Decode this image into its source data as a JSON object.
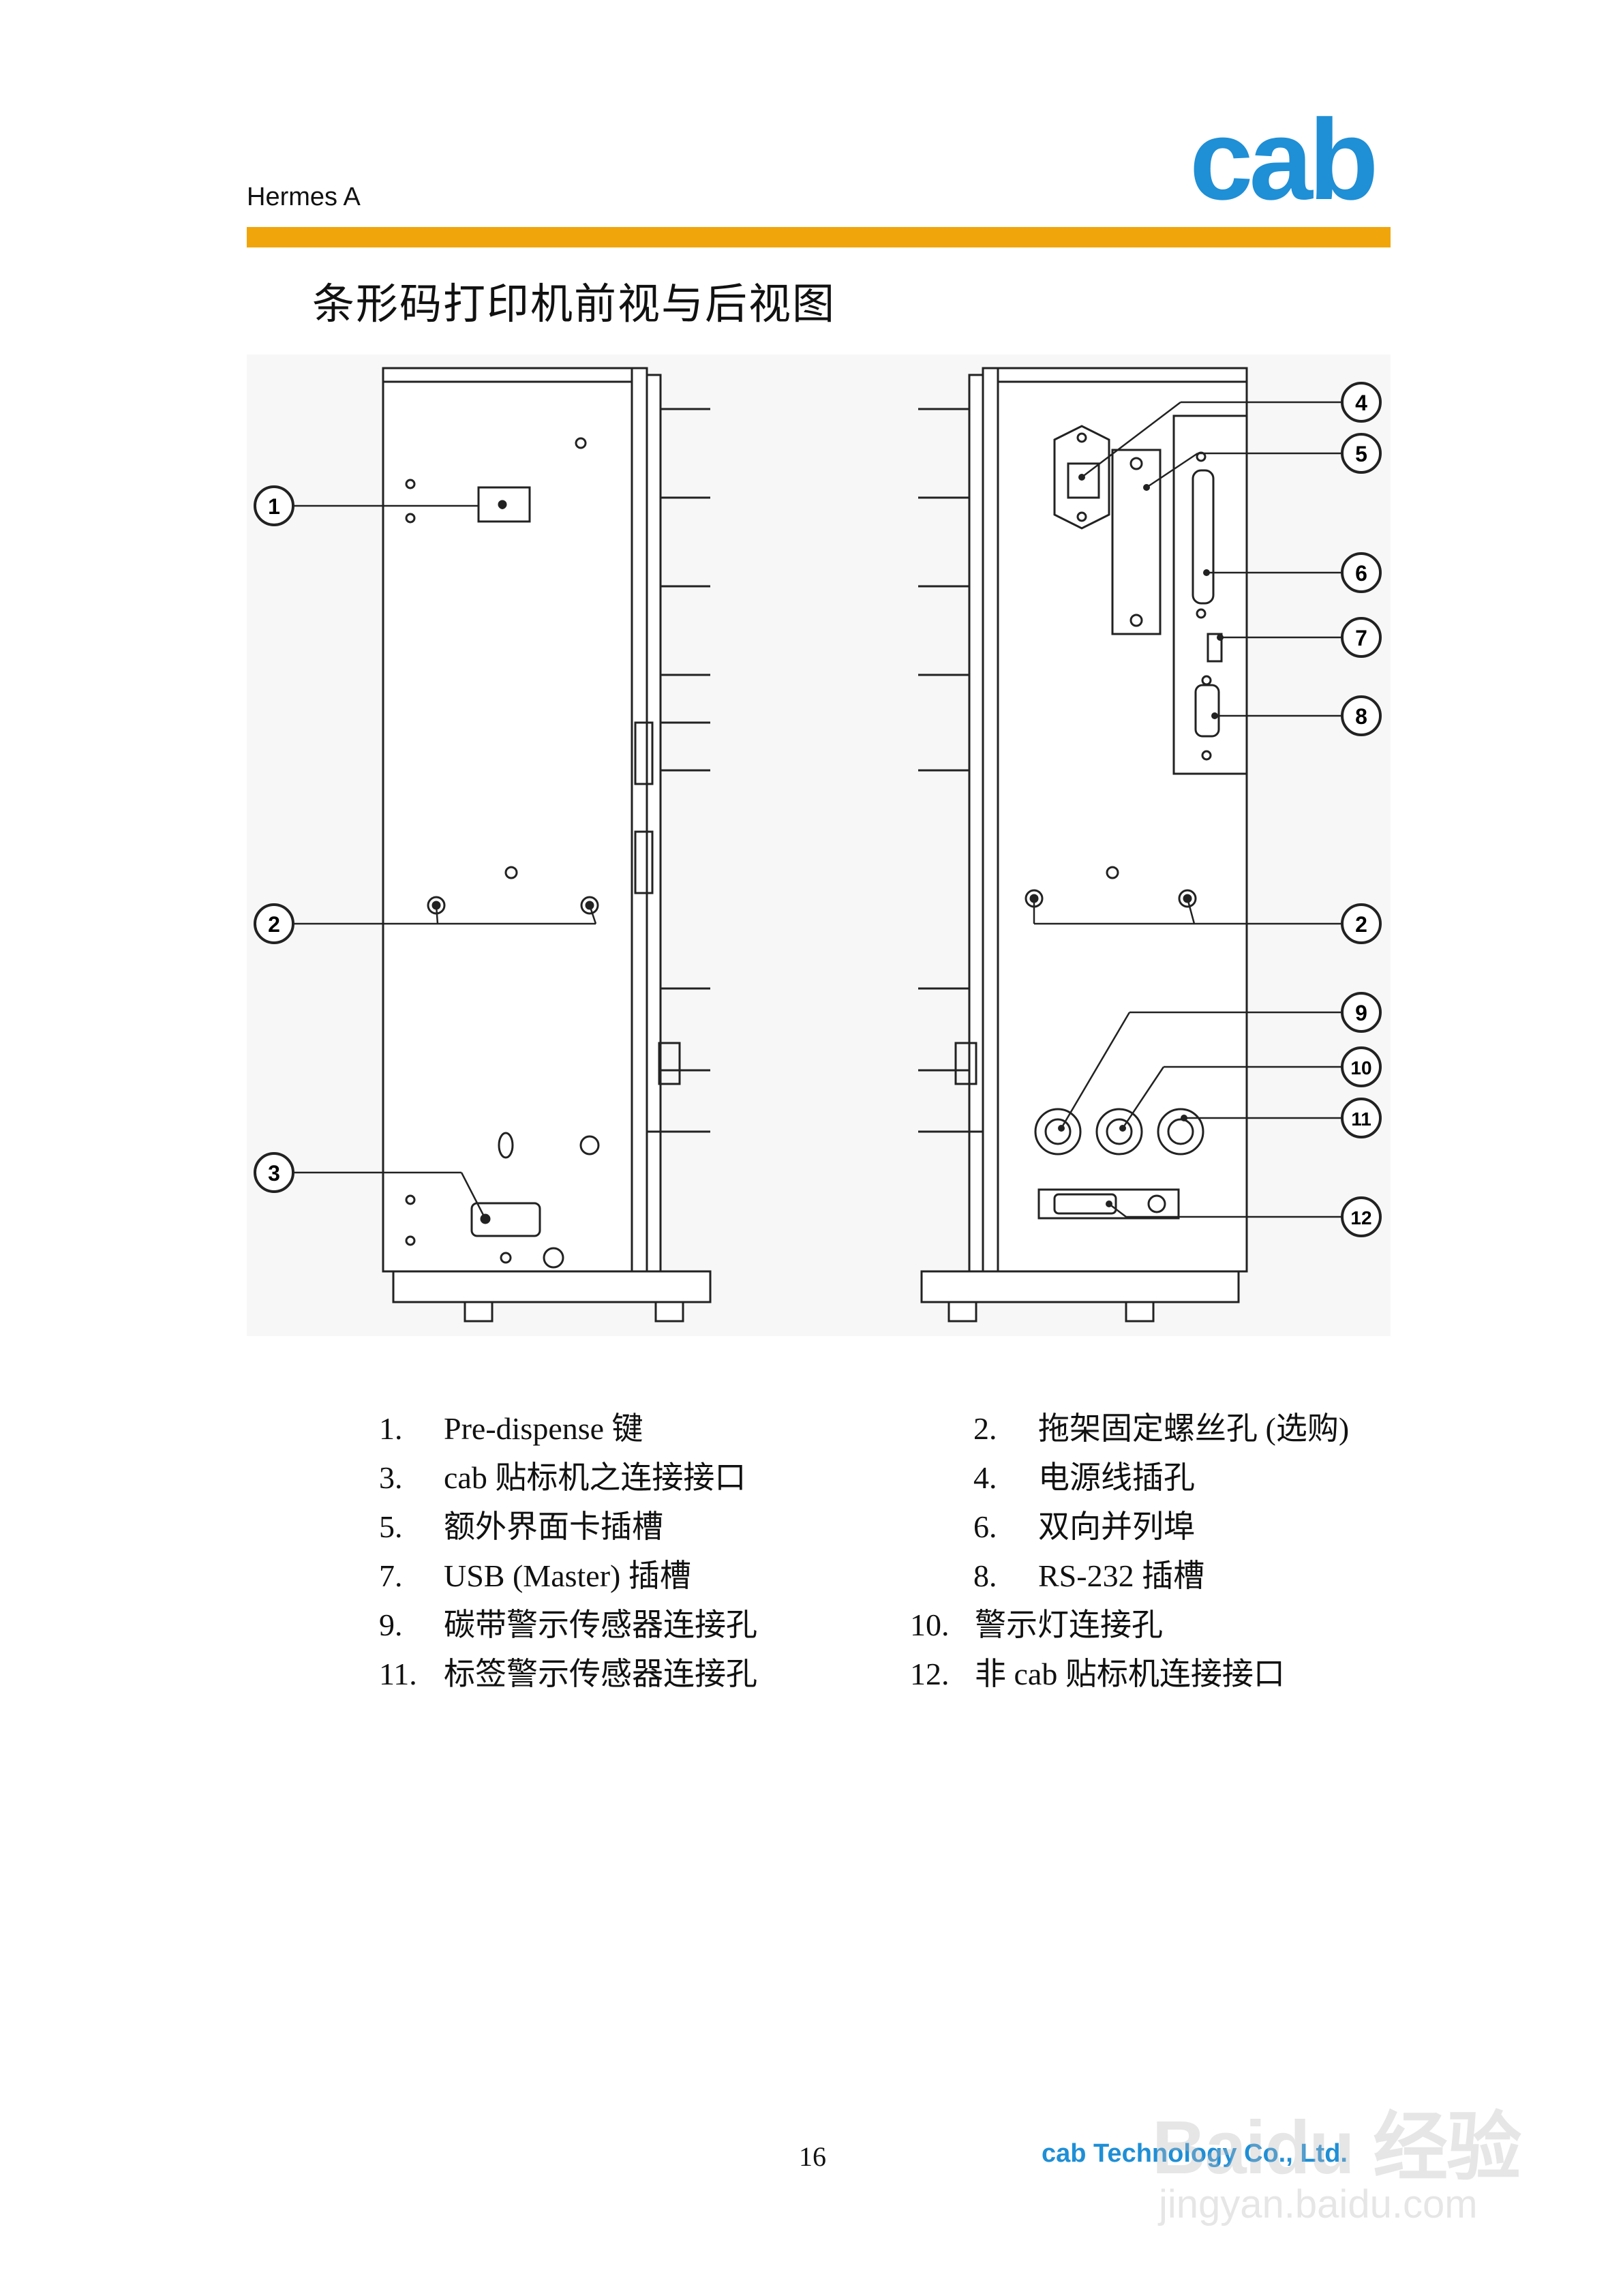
{
  "header": {
    "product": "Hermes A",
    "logo_text": "cab",
    "rule_color": "#f0a50a",
    "logo_color": "#1f8fd6"
  },
  "title": "条形码打印机前视与后视图",
  "callouts": [
    "1",
    "2",
    "3",
    "4",
    "5",
    "6",
    "7",
    "8",
    "2",
    "9",
    "10",
    "11",
    "12"
  ],
  "legend": [
    {
      "num": "1.",
      "text": "Pre-dispense  键"
    },
    {
      "num": "2.",
      "text": "拖架固定螺丝孔  (选购)"
    },
    {
      "num": "3.",
      "text": "cab  贴标机之连接接口"
    },
    {
      "num": "4.",
      "text": "电源线插孔"
    },
    {
      "num": "5.",
      "text": "额外界面卡插槽"
    },
    {
      "num": "6.",
      "text": "双向并列埠"
    },
    {
      "num": "7.",
      "text": "USB (Master)  插槽"
    },
    {
      "num": "8.",
      "text": "RS-232  插槽"
    },
    {
      "num": "9.",
      "text": "碳带警示传感器连接孔"
    },
    {
      "num": "10.",
      "text": "警示灯连接孔"
    },
    {
      "num": "11.",
      "text": "标签警示传感器连接孔"
    },
    {
      "num": "12.",
      "text": "非  cab  贴标机连接接口"
    }
  ],
  "footer": {
    "page": "16",
    "company": "cab  Technology  Co., Ltd."
  },
  "watermark": {
    "brand": "Baidu 经验",
    "url": "jingyan.baidu.com"
  }
}
